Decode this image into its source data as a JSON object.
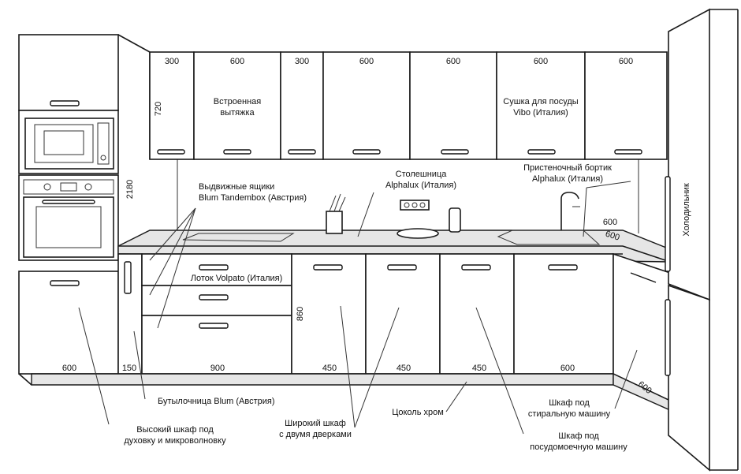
{
  "labels": {
    "hood": [
      "Встроенная",
      "вытяжка"
    ],
    "dryer": [
      "Сушка для посуды",
      "Vibo (Италия)"
    ],
    "drawers": [
      "Выдвижные ящики",
      "Blum Tandembox (Австрия)"
    ],
    "worktop": [
      "Столешница",
      "Alphalux (Италия)"
    ],
    "backsplash": [
      "Пристеночный бортик",
      "Alphalux (Италия)"
    ],
    "tray": "Лоток Volpato (Италия)",
    "fridge": "Холодильник",
    "bottle": "Бутылочница Blum (Австрия)",
    "tall_cabinet": [
      "Высокий шкаф под",
      "духовку и микроволновку"
    ],
    "wide_cabinet": [
      "Широкий шкаф",
      "с двумя дверками"
    ],
    "plinth": "Цоколь хром",
    "washer": [
      "Шкаф под",
      "стиральную машину"
    ],
    "dishwasher": [
      "Шкаф под",
      "посудомоечную машину"
    ]
  },
  "dimensions": {
    "upper": [
      "300",
      "600",
      "300",
      "600",
      "600",
      "600",
      "600"
    ],
    "upper_height": "720",
    "tall_height": "2180",
    "base_height": "860",
    "base": [
      "600",
      "150",
      "900",
      "450",
      "450",
      "450",
      "600"
    ],
    "corner_top": "600",
    "corner_depth": "600",
    "corner_bottom": "600"
  }
}
